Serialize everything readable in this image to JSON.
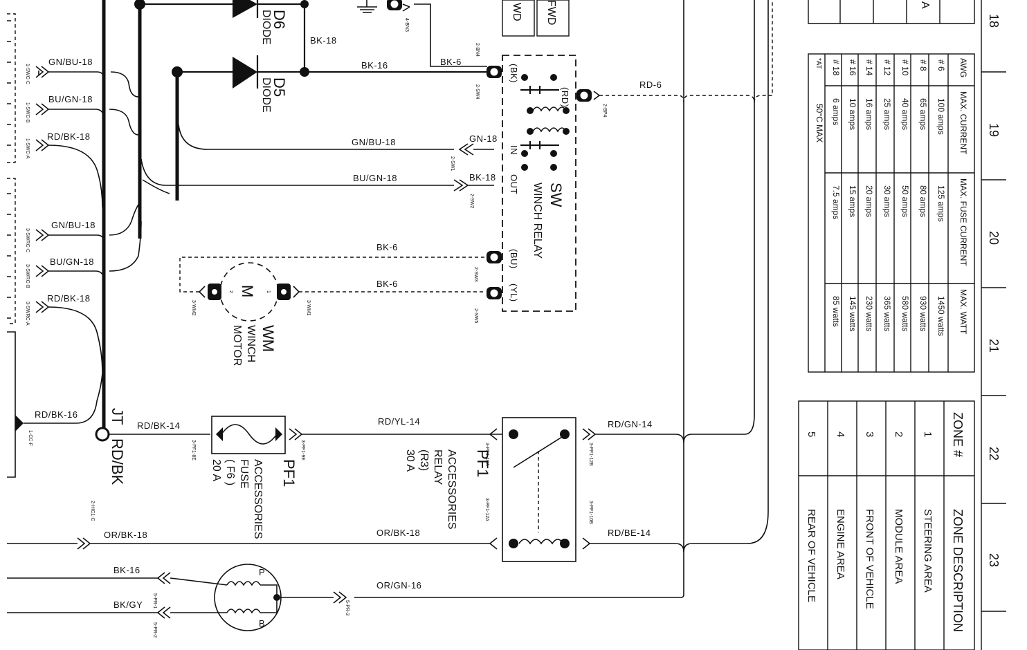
{
  "diagram": {
    "wire_labels": {
      "gn_bu_18_a": "GN/BU-18",
      "bu_gn_18_a": "BU/GN-18",
      "rd_bk_18_a": "RD/BK-18",
      "gn_bu_18_b": "GN/BU-18",
      "bu_gn_18_b": "BU/GN-18",
      "rd_bk_18_b": "RD/BK-18",
      "bk_18": "BK-18",
      "bk_16_top": "BK-16",
      "bk_6_top": "BK-6",
      "rd_6": "RD-6",
      "gn_bu_18_mid": "GN/BU-18",
      "gn_18": "GN-18",
      "bu_gn_18_mid": "BU/GN-18",
      "bk_18_relay": "BK-18",
      "bk_6_bu": "BK-6",
      "bk_6_yl": "BK-6",
      "rd_bk_16": "RD/BK-16",
      "rd_bk_14": "RD/BK-14",
      "rd_yl_14": "RD/YL-14",
      "rd_gn_14": "RD/GN-14",
      "or_bk_18_left": "OR/BK-18",
      "or_bk_18_right": "OR/BK-18",
      "rd_be_14": "RD/BE-14",
      "bk_16_bottom": "BK-16",
      "bk_gy": "BK/GY",
      "or_gn_16": "OR/GN-16"
    },
    "pins": {
      "swc_c": "1-SWC-C",
      "swc_b": "1-SWC-B",
      "swc_a": "1-SWC-A",
      "swrc_c": "3-SWRC-C",
      "swrc_b": "3-SWRC-B",
      "swrc_a": "3-SWRC-A",
      "bn3": "4-BN3",
      "bn4": "2-BN4",
      "sw4": "2-SW4",
      "bp4": "2-BP4",
      "sw1": "2-SW1",
      "sw2": "2-SW2",
      "sw3": "2-SW3",
      "sw5": "2-SW5",
      "wm2": "3-WM2",
      "wm1": "3-WM1",
      "cc_f": "1-CC-F",
      "pf1_8e": "3-PF1-8E",
      "pf1_9e": "3-PF1-9E",
      "pf1_10a": "3-PF1-10A",
      "pf1_12a": "3-PF1-12A",
      "pf1_12b": "3-PF1-12B",
      "pf1_10b": "3-PF1-10B",
      "hic1_c": "2-HIC1-C",
      "pr_1": "5-PR-1",
      "pr_2": "5-PR-2",
      "pr_3": "5-PR-3"
    },
    "components": {
      "d6_ref": "D6",
      "d6_name": "DIODE",
      "d5_ref": "D5",
      "d5_name": "DIODE",
      "sw_ref": "SW",
      "sw_name": "WINCH RELAY",
      "sw_bk": "(BK)",
      "sw_rd": "(RD)",
      "sw_in": "IN",
      "sw_out": "OUT",
      "sw_bu": "(BU)",
      "sw_yl": "(YL)",
      "wm_ref": "WM",
      "wm_name1": "WINCH",
      "wm_name2": "MOTOR",
      "motor_m": "M",
      "motor_pin1": "1",
      "motor_pin2": "2",
      "fuse_ref": "PF1",
      "fuse_name1": "ACCESSORIES",
      "fuse_name2": "FUSE",
      "fuse_code": "( F6 )",
      "fuse_amp": "20 A",
      "relay_ref": "PF1",
      "relay_name1": "ACCESSORIES",
      "relay_name2": "RELAY",
      "relay_code": "(R3)",
      "relay_amp": "30 A",
      "jt_ref": "JT",
      "jt_color": "RD/BK",
      "coil_p": "P",
      "coil_b": "B",
      "top_box1": "WD",
      "top_box2": "FWD",
      "top_cell": "A"
    },
    "wire_table": {
      "headers": [
        "AWG",
        "MAX. CURRENT",
        "MAX. FUSE CURRENT",
        "MAX. WATT"
      ],
      "rows": [
        [
          "# 6",
          "100 amps",
          "125 amps",
          "1450 watts"
        ],
        [
          "# 8",
          "65 amps",
          "80 amps",
          "930 watts"
        ],
        [
          "# 10",
          "40 amps",
          "50 amps",
          "580 watts"
        ],
        [
          "# 12",
          "25 amps",
          "30 amps",
          "365 watts"
        ],
        [
          "# 14",
          "16 amps",
          "20 amps",
          "230 watts"
        ],
        [
          "# 16",
          "10 amps",
          "15 amps",
          "145 watts"
        ],
        [
          "# 18",
          "6 amps",
          "7.5 amps",
          "85 watts"
        ]
      ],
      "note_mark": "*AT",
      "note": "50°C MAX"
    },
    "zone_table": {
      "header_num": "ZONE #",
      "header_desc": "ZONE DESCRIPTION",
      "rows": [
        [
          "1",
          "STEERING AREA"
        ],
        [
          "2",
          "MODULE AREA"
        ],
        [
          "3",
          "FRONT OF VEHICLE"
        ],
        [
          "4",
          "ENGINE AREA"
        ],
        [
          "5",
          "REAR OF VEHICLE"
        ]
      ]
    },
    "grid_numbers": [
      "18",
      "19",
      "20",
      "21",
      "22",
      "23"
    ]
  }
}
